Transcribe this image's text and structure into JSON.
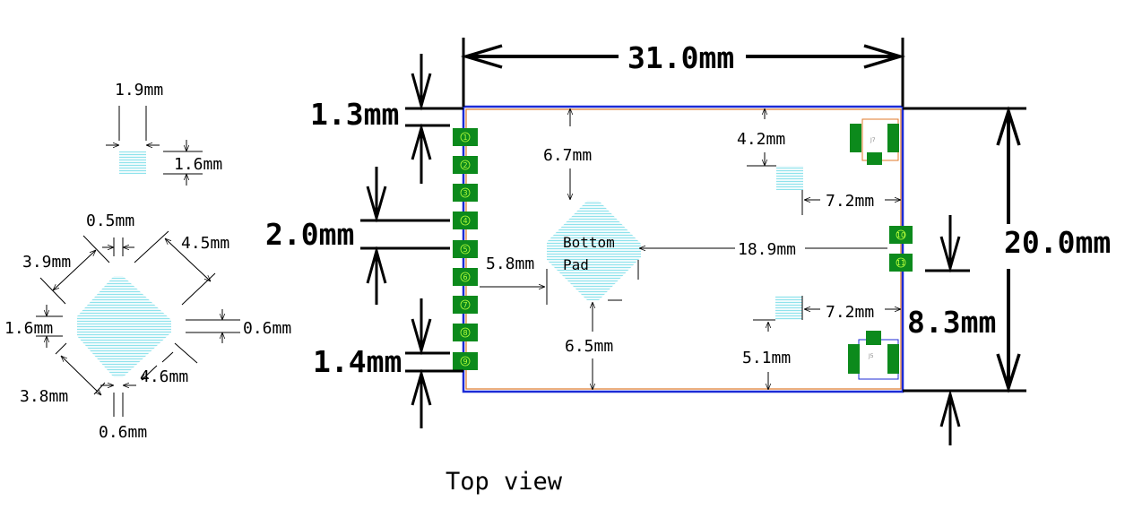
{
  "caption": "Top view",
  "colors": {
    "board_outline": "#1c2bd6",
    "copper_edge": "#e07a2a",
    "pad_green": "#0c8a1c",
    "pad_hatch": "#8fe3ec",
    "pin_text": "#b6ff3a"
  },
  "board": {
    "width": "31.0mm",
    "height": "20.0mm",
    "top_gap": "1.3mm",
    "pin_pitch": "2.0mm",
    "bottom_gap": "1.4mm",
    "right_pin_offset": "8.3mm"
  },
  "bottom_pad": {
    "line1": "Bottom",
    "line2": "Pad",
    "top_offset": "6.7mm",
    "left_offset": "5.8mm",
    "right_offset": "18.9mm",
    "bottom_offset": "6.5mm"
  },
  "small_pads": {
    "upper_top": "4.2mm",
    "upper_right": "7.2mm",
    "lower_right": "7.2mm",
    "lower_bottom": "5.1mm"
  },
  "square_pad": {
    "width": "1.9mm",
    "height": "1.6mm"
  },
  "octagon_pad": {
    "top_flat": "0.5mm",
    "upper_left": "3.9mm",
    "upper_right": "4.5mm",
    "left_flat": "1.6mm",
    "right_flat": "0.6mm",
    "lower_left": "3.8mm",
    "lower_right": "4.6mm",
    "bottom_flat": "0.6mm"
  },
  "connectors": {
    "upper": "J7",
    "lower": "J5"
  },
  "left_pins": [
    "1",
    "2",
    "3",
    "4",
    "5",
    "6",
    "7",
    "8",
    "9"
  ],
  "right_pins": [
    "10",
    "11"
  ]
}
